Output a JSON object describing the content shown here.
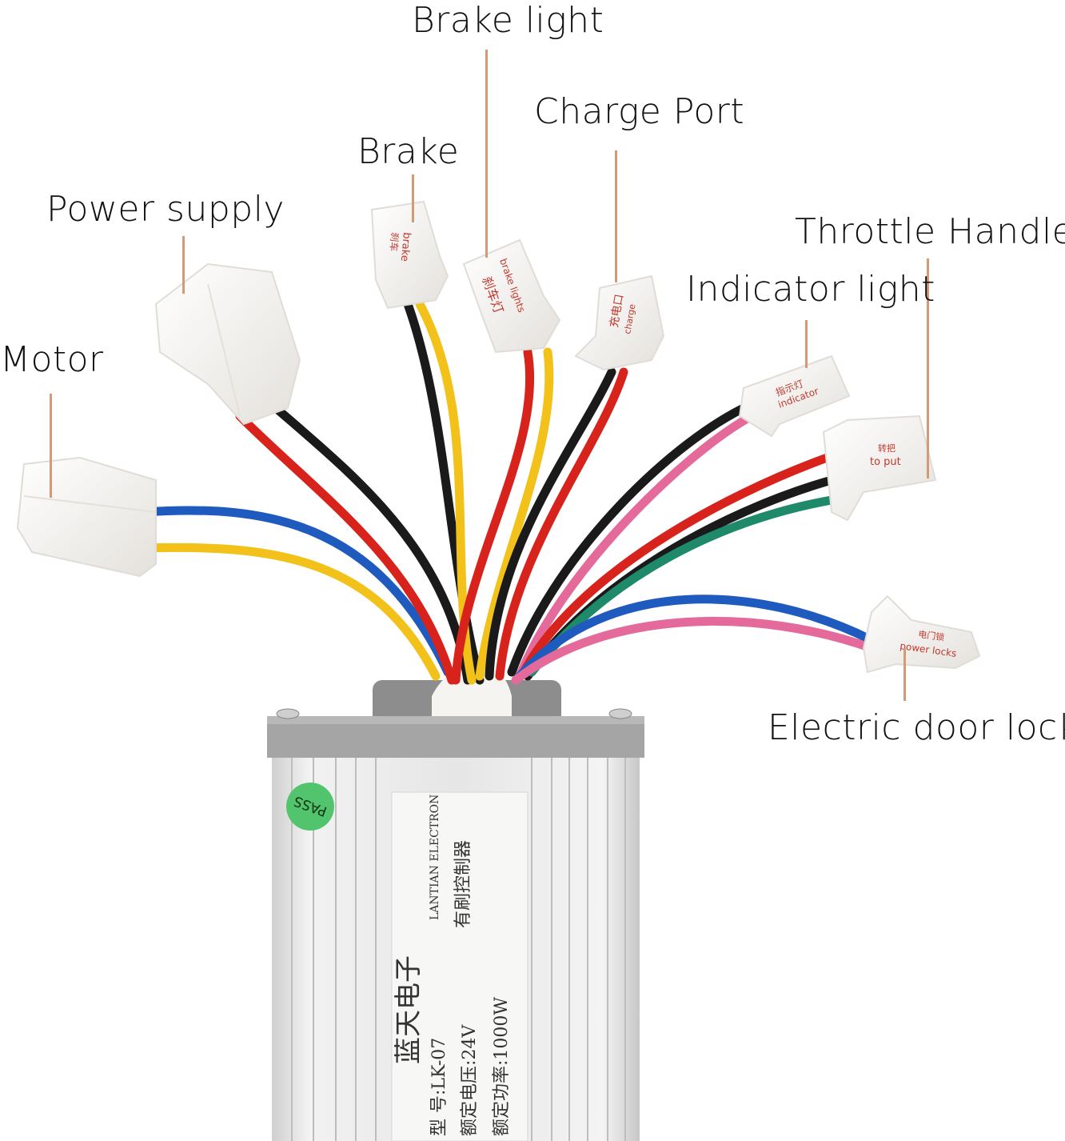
{
  "callouts": {
    "brake_light": "Brake light",
    "charge_port": "Charge Port",
    "brake": "Brake",
    "power_supply": "Power supply",
    "throttle_handle": "Throttle Handle",
    "indicator_light": "Indicator light",
    "motor": "Motor",
    "electric_door_lock": "Electric door lock"
  },
  "connector_tags": {
    "brake": {
      "cn": "刹车",
      "en": "brake"
    },
    "brake_light": {
      "cn": "刹车灯",
      "en": "brake lights"
    },
    "charge": {
      "cn": "充电口",
      "en": "charge"
    },
    "indicator": {
      "cn": "指示灯",
      "en": "indicator"
    },
    "throttle": {
      "cn": "转把",
      "en": "to put"
    },
    "door_lock": {
      "cn": "电门锁",
      "en": "power locks"
    }
  },
  "controller_label": {
    "brand_cn": "蓝天电子",
    "brand_en": "LANTIAN ELECTRON",
    "type_cn": "有刷控制器",
    "model": "型 号:LK-07",
    "voltage": "额定电压:24V",
    "power": "额定功率:1000W"
  },
  "pass_sticker": "PASS",
  "colors": {
    "leader": "#d39a78",
    "wire_red": "#d8231c",
    "wire_black": "#1a1a1a",
    "wire_yellow": "#f2c21b",
    "wire_blue": "#1f5bbf",
    "wire_pink": "#e56a9c",
    "wire_green": "#1e8a6a",
    "connector": "#f4f2ee",
    "housing": "#dcdcdc",
    "endcap": "#9d9d9d",
    "pass_green": "#52c46e"
  }
}
